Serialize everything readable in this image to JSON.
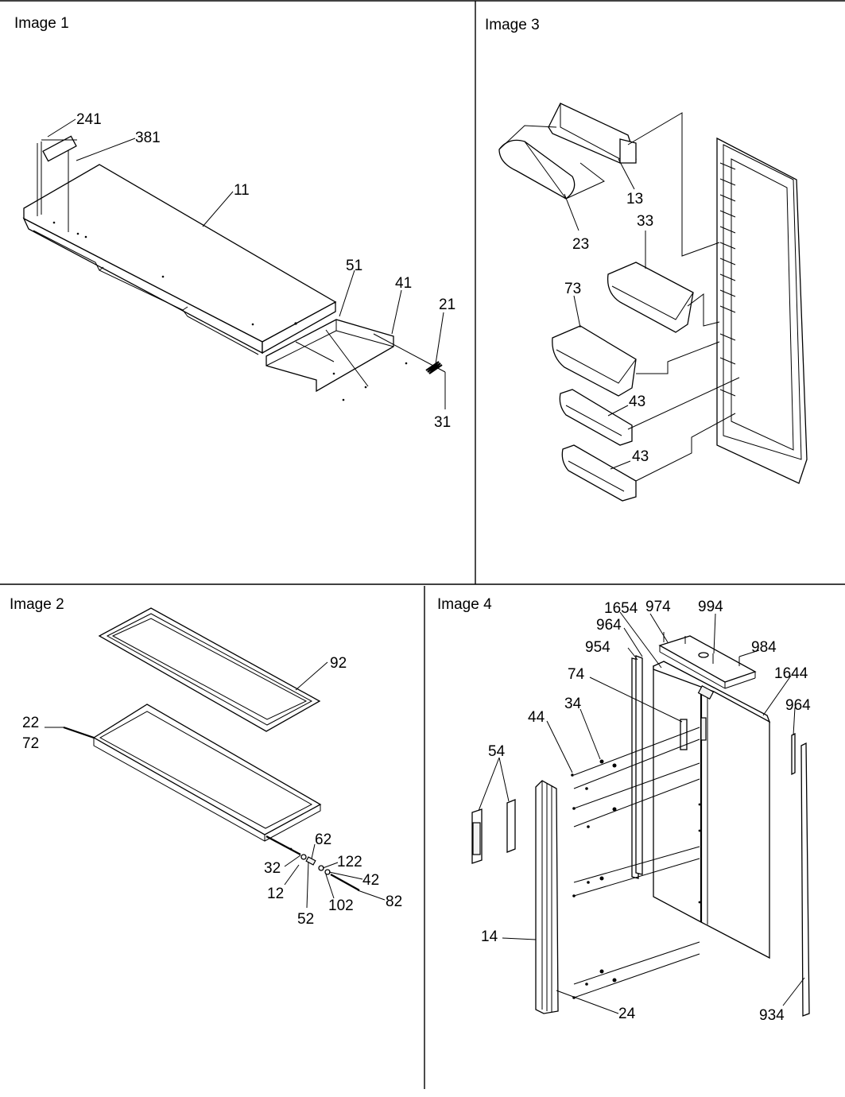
{
  "panels": [
    {
      "title": "Image 1",
      "callouts": [
        "241",
        "381",
        "11",
        "51",
        "41",
        "21",
        "31"
      ]
    },
    {
      "title": "Image 2",
      "callouts": [
        "92",
        "22",
        "72",
        "62",
        "32",
        "122",
        "42",
        "12",
        "102",
        "82",
        "52"
      ]
    },
    {
      "title": "Image 3",
      "callouts": [
        "13",
        "23",
        "33",
        "73",
        "43",
        "43"
      ]
    },
    {
      "title": "Image 4",
      "callouts": [
        "1654",
        "974",
        "994",
        "964",
        "954",
        "984",
        "74",
        "1644",
        "34",
        "44",
        "964",
        "54",
        "14",
        "24",
        "934"
      ]
    }
  ],
  "colors": {
    "line": "#000000",
    "background": "#ffffff"
  }
}
